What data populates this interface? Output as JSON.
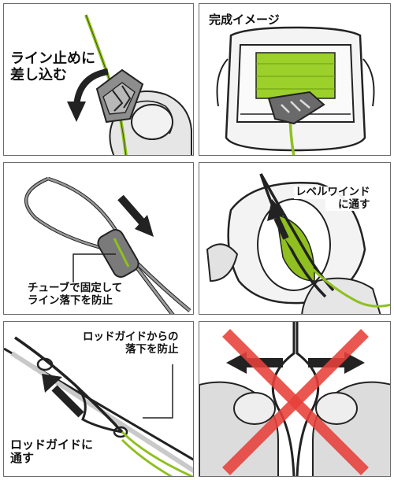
{
  "colors": {
    "line_green": "#8fc01f",
    "arrow_black": "#222222",
    "cross_red": "#e8403a",
    "hand_grey": "#cfcfcf",
    "panel_border": "#6d6d6d"
  },
  "panels": {
    "p1": {
      "label_lines": [
        "ライン止めに",
        "差し込む"
      ]
    },
    "p2": {
      "label_lines": [
        "完成イメージ"
      ]
    },
    "p3": {
      "label_lines": [
        "チューブで固定して",
        "ライン落下を防止"
      ]
    },
    "p4": {
      "label_lines": [
        "レベルワインド",
        "に通す"
      ]
    },
    "p5": {
      "callout_lines": [
        "ロッドガイドからの",
        "落下を防止"
      ],
      "label_lines": [
        "ロッドガイドに",
        "通す"
      ]
    },
    "p6": {
      "label_lines": []
    }
  }
}
